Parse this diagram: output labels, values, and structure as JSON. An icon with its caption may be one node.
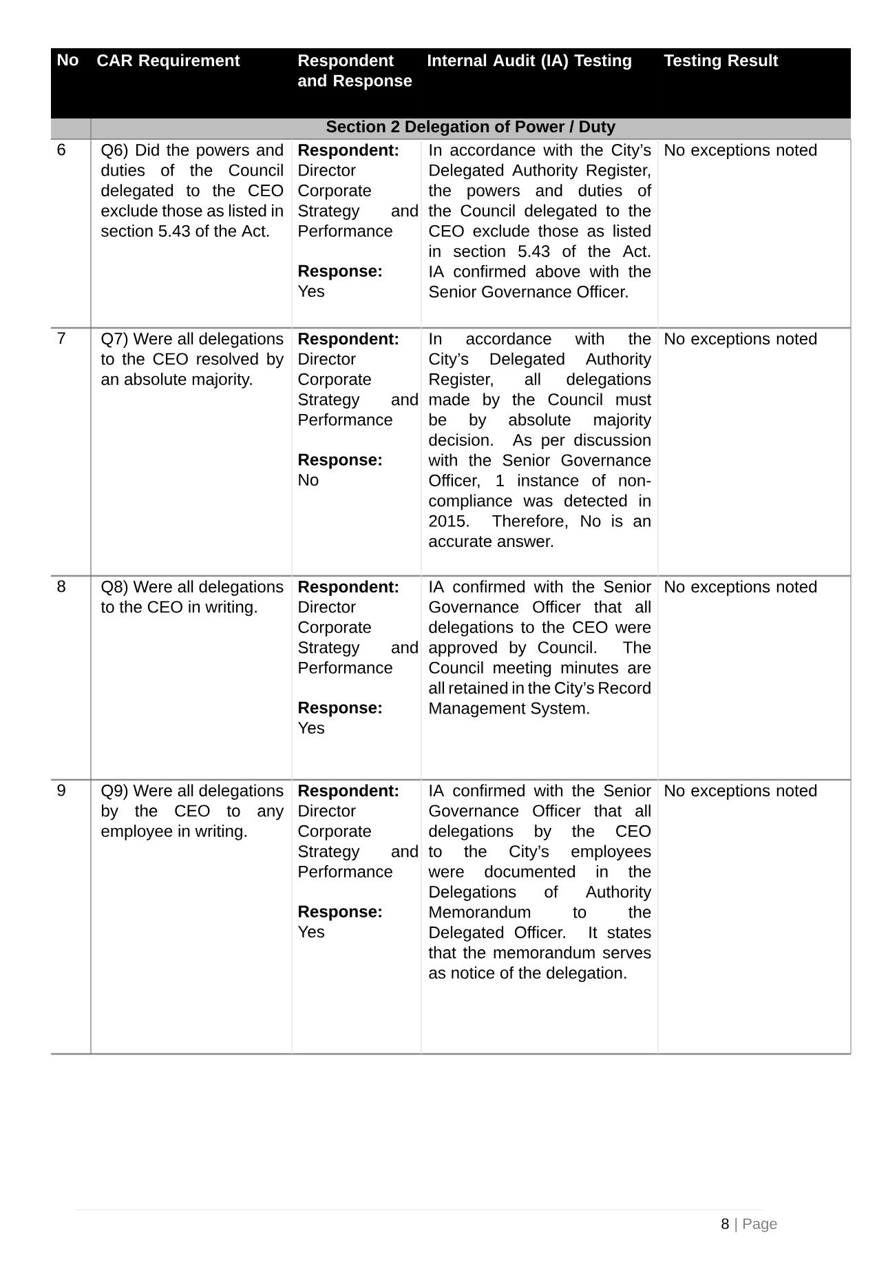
{
  "diagram": {
    "labels": [
      "No",
      "CAR Requirement",
      "Respondent and Response",
      "Internal Audit (IA) Testing",
      "Testing Result",
      "Section 2 Delegation of Power / Duty",
      "6",
      "Q6) Did the powers and duties of the Council delegated to the CEO exclude those as listed in section 5.43 of the Act.",
      "Respondent:",
      "Director Corporate Strategy and Performance",
      "Response:",
      "Yes",
      "In accordance with the City’s Delegated Authority Register, the powers and duties of the Council delegated to the CEO exclude those as listed in section 5.43 of the Act. IA confirmed above with the Senior Governance Officer.",
      "No exceptions noted",
      "7",
      "Q7) Were all delegations to the CEO resolved by an absolute majority.",
      "Respondent:",
      "Director Corporate Strategy and Performance",
      "Response:",
      "No",
      "In accordance with the City’s Delegated Authority Register, all delegations made by the Council must be by absolute majority decision. As per discussion with the Senior Governance Officer, 1 instance of non-compliance was detected in 2015. Therefore, No is an accurate answer.",
      "No exceptions noted",
      "8",
      "Q8) Were all delegations to the CEO in writing.",
      "Respondent:",
      "Director Corporate Strategy and Performance",
      "Response:",
      "Yes",
      "IA confirmed with the Senior Governance Officer that all delegations to the CEO were approved by Council. The Council meeting minutes are all retained in the City’s Record Management System.",
      "No exceptions noted",
      "9",
      "Q9) Were all delegations by the CEO to any employee in writing.",
      "Respondent:",
      "Director Corporate Strategy and Performance",
      "Response:",
      "Yes",
      "IA confirmed with the Senior Governance Officer that all delegations by the CEO to the City’s employees were documented in the Delegations of Authority Memorandum to the Delegated Officer. It states that the memorandum serves as notice of the delegation.",
      "No exceptions noted",
      "8",
      "| Page"
    ]
  }
}
